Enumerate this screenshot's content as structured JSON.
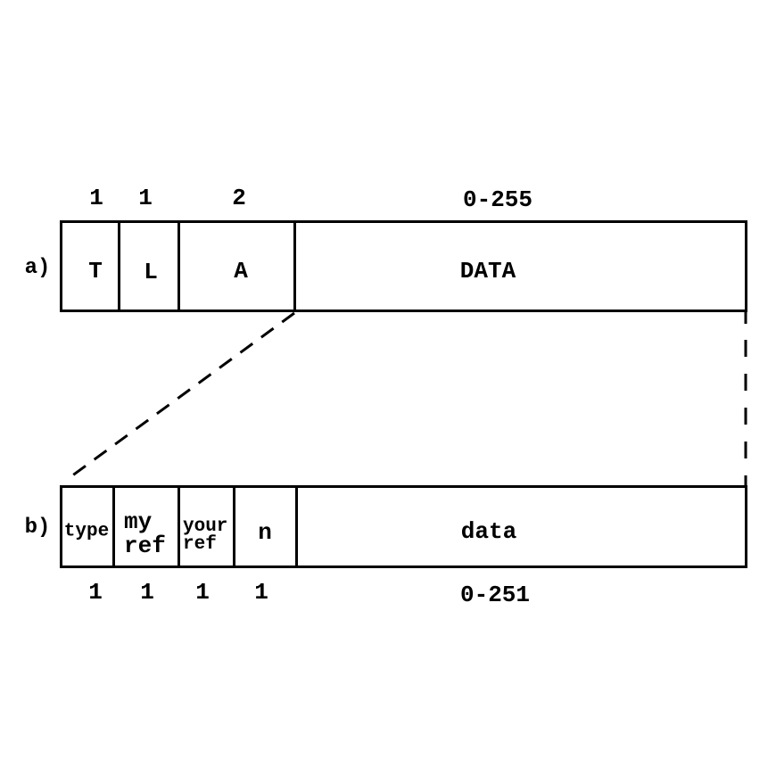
{
  "diagram": {
    "colors": {
      "background": "#ffffff",
      "line": "#000000",
      "text": "#000000"
    },
    "row_a": {
      "label": "a)",
      "fields": [
        {
          "name": "T",
          "size": "1"
        },
        {
          "name": "L",
          "size": "1"
        },
        {
          "name": "A",
          "size": "2"
        },
        {
          "name": "DATA",
          "size": "0-255"
        }
      ]
    },
    "row_b": {
      "label": "b)",
      "fields": [
        {
          "name": "type",
          "size": "1"
        },
        {
          "name": "my ref",
          "size": "1"
        },
        {
          "name": "your ref",
          "size": "1"
        },
        {
          "name": "n",
          "size": "1"
        },
        {
          "name": "data",
          "size": "0-251"
        }
      ]
    }
  }
}
